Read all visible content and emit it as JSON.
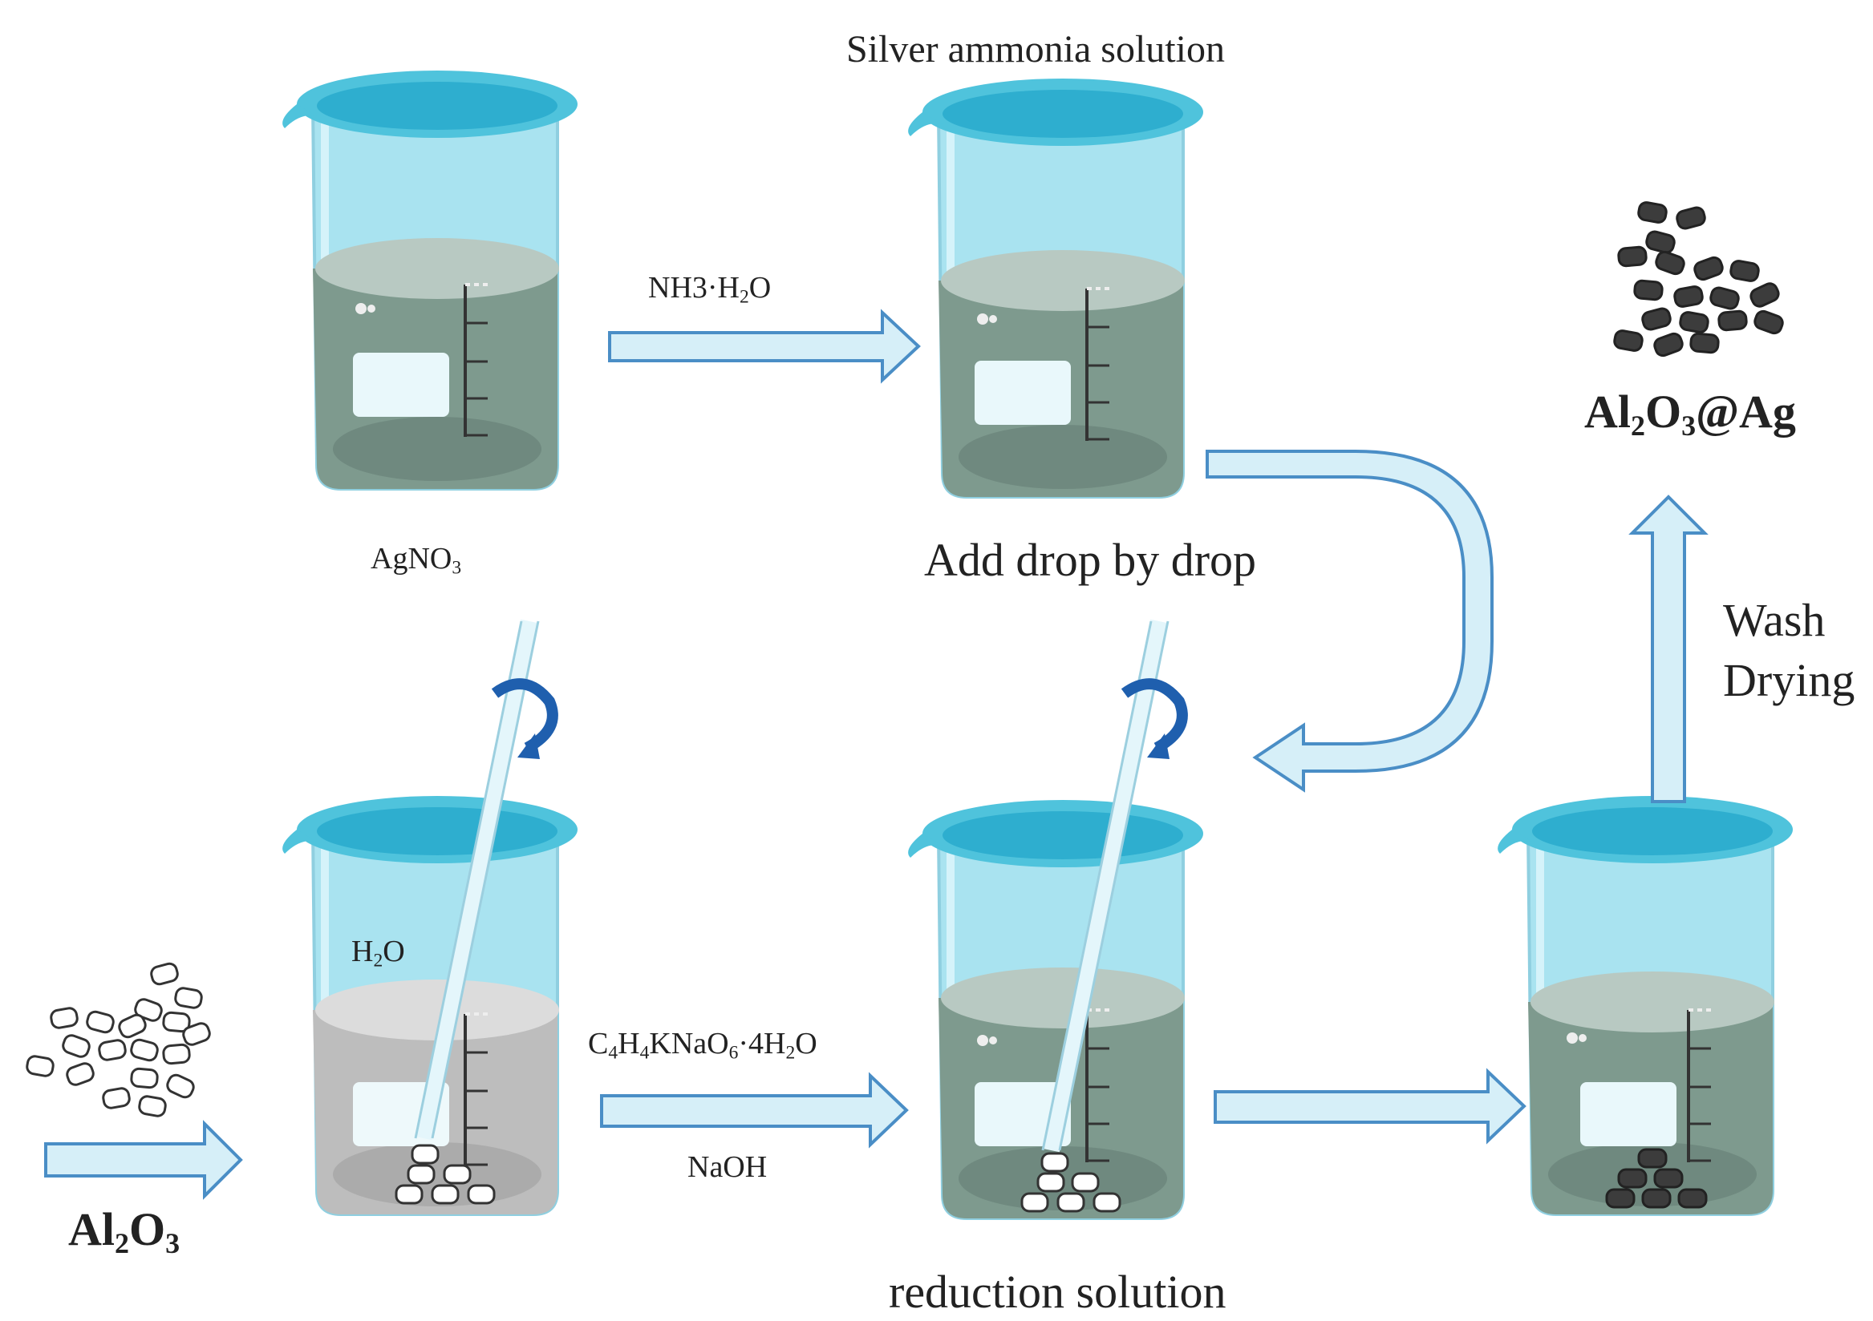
{
  "title": "Silver ammonia solution",
  "labels": {
    "agno3": {
      "pre": "AgNO",
      "sub": "3",
      "post": ""
    },
    "nh3": {
      "pre": "NH3·H",
      "sub": "2",
      "post": "O"
    },
    "add_drop": "Add drop by drop",
    "h2o": {
      "pre": "H",
      "sub": "2",
      "post": "O"
    },
    "tartrate": {
      "p1": "C",
      "s1": "4",
      "p2": "H",
      "s2": "4",
      "p3": "KNaO",
      "s3": "6",
      "p4": "·4H",
      "s4": "2",
      "p5": "O"
    },
    "naoh": "NaOH",
    "reduction": "reduction solution",
    "al2o3": {
      "pre": "Al",
      "sub1": "2",
      "mid": "O",
      "sub2": "3",
      "post": ""
    },
    "product": {
      "pre": "Al",
      "sub1": "2",
      "mid": "O",
      "sub2": "3",
      "post": "@Ag"
    },
    "wash": "Wash",
    "drying": "Drying"
  },
  "colors": {
    "liquid_dark": "#7e9a8e",
    "liquid_grey": "#bdbdbd",
    "glass": "#a9e3f0",
    "rim": "#4fc3dc",
    "arrow_fill": "#d6eff8",
    "arrow_stroke": "#4a8ec6",
    "rotation": "#1f5fae",
    "particle_dark": "#3c3c3c"
  }
}
